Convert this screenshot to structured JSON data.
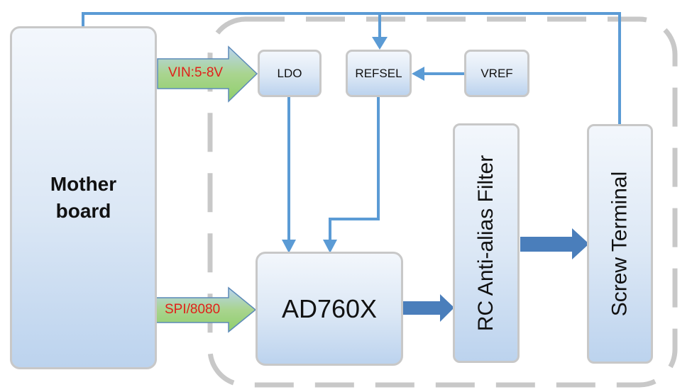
{
  "diagram": {
    "blocks": {
      "motherboard": "Mother board",
      "ldo": "LDO",
      "refsel": "REFSEL",
      "vref": "VREF",
      "adc": "AD760X",
      "filter": "RC Anti-alias Filter",
      "terminal": "Screw Terminal"
    },
    "signals": {
      "power": "VIN:5-8V",
      "bus": "SPI/8080"
    },
    "colors": {
      "wire": "#5b9bd5",
      "block_arrow": "#4a7ebb",
      "signal_text": "#e0201b",
      "dashed_border": "#c8c8c8"
    }
  }
}
